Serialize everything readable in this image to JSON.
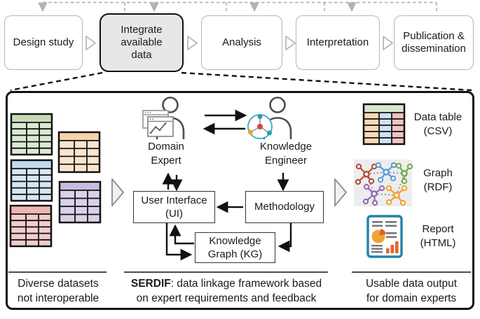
{
  "workflow": {
    "stages": [
      "Design study",
      "Integrate available data",
      "Analysis",
      "Interpretation",
      "Publication & dissemination"
    ],
    "active_stage": "Integrate available data"
  },
  "panel": {
    "left_caption": "Diverse datasets\nnot interoperable",
    "center": {
      "domain_expert_label": "Domain\nExpert",
      "knowledge_engineer_label": "Knowledge\nEngineer",
      "ui_box_label": "User Interface\n(UI)",
      "methodology_box_label": "Methodology",
      "kg_box_label": "Knowledge\nGraph (KG)",
      "caption_bold": "SERDIF",
      "caption_line1_rest": ": data linkage framework based",
      "caption_line2": "on expert requirements and feedback"
    },
    "right": {
      "output_labels": [
        "Data table\n(CSV)",
        "Graph\n(RDF)",
        "Report\n(HTML)"
      ],
      "caption": "Usable data output\nfor domain experts"
    }
  },
  "icons": {
    "dataset_tables": [
      {
        "name": "dataset-table-green",
        "header_color": "#c6dcb8",
        "cell_color": "#d9ead3",
        "rows": 5
      },
      {
        "name": "dataset-table-orange",
        "header_color": "#f9d4a8",
        "cell_color": "#fce5cd",
        "rows": 4
      },
      {
        "name": "dataset-table-blue",
        "header_color": "#c3d9f0",
        "cell_color": "#d7e6f5",
        "rows": 5
      },
      {
        "name": "dataset-table-purple",
        "header_color": "#c9bce1",
        "cell_color": "#d9d2e9",
        "rows": 4
      },
      {
        "name": "dataset-table-pink",
        "header_color": "#f0b4b2",
        "cell_color": "#f4cccc",
        "rows": 5
      }
    ],
    "csv_output_table": {
      "name": "csv-table-icon",
      "header_color": "#d5e8cd",
      "column_colors": [
        "#fbd9b5",
        "#cfe2f3",
        "#f1c3c3"
      ],
      "rows": 5
    },
    "rdf_graph_colors": [
      "#b5493e",
      "#5b9bd5",
      "#6fae4b",
      "#9368b5",
      "#f0a22f"
    ],
    "report_accent_color": "#2383a8",
    "report_chart_color": "#e8832e"
  }
}
